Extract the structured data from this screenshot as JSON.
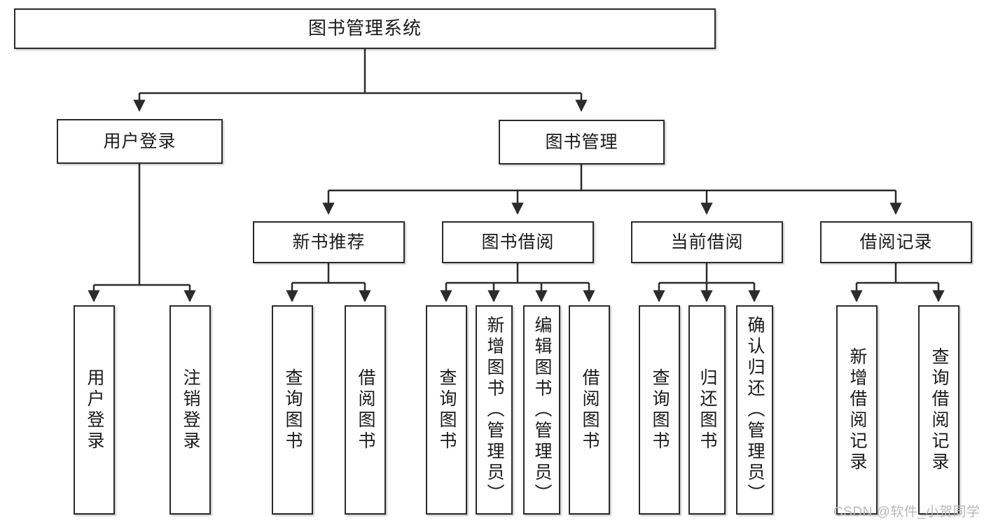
{
  "diagram": {
    "title_node": {
      "label": "图书管理系统"
    },
    "level2": [
      {
        "id": "user-login",
        "label": "用户登录"
      },
      {
        "id": "book-management",
        "label": "图书管理"
      }
    ],
    "level3": [
      {
        "id": "new-book-recommend",
        "label": "新书推荐"
      },
      {
        "id": "book-borrow",
        "label": "图书借阅"
      },
      {
        "id": "current-borrow",
        "label": "当前借阅"
      },
      {
        "id": "borrow-record",
        "label": "借阅记录"
      }
    ],
    "leaves": {
      "user_login": [
        {
          "id": "leaf-user-login",
          "label": "用户登录"
        },
        {
          "id": "leaf-logout-login",
          "label": "注销登录"
        }
      ],
      "new_book_recommend": [
        {
          "id": "leaf-query-book-1",
          "label": "查询图书"
        },
        {
          "id": "leaf-borrow-book-1",
          "label": "借阅图书"
        }
      ],
      "book_borrow": [
        {
          "id": "leaf-query-book-2",
          "label": "查询图书"
        },
        {
          "id": "leaf-add-book",
          "label": "新增图书（管理员）"
        },
        {
          "id": "leaf-edit-book",
          "label": "编辑图书（管理员）"
        },
        {
          "id": "leaf-borrow-book-2",
          "label": "借阅图书"
        }
      ],
      "current_borrow": [
        {
          "id": "leaf-query-book-3",
          "label": "查询图书"
        },
        {
          "id": "leaf-return-book",
          "label": "归还图书"
        },
        {
          "id": "leaf-confirm-return",
          "label": "确认归还（管理员）"
        }
      ],
      "borrow_record": [
        {
          "id": "leaf-add-record",
          "label": "新增借阅记录"
        },
        {
          "id": "leaf-query-record",
          "label": "查询借阅记录"
        }
      ]
    }
  },
  "watermark": {
    "text": "CSDN @软件_小贺同学"
  },
  "colors": {
    "border": "#2b2b2b",
    "background": "#ffffff",
    "text": "#1a1a1a",
    "watermark": "#b9b9b9"
  }
}
